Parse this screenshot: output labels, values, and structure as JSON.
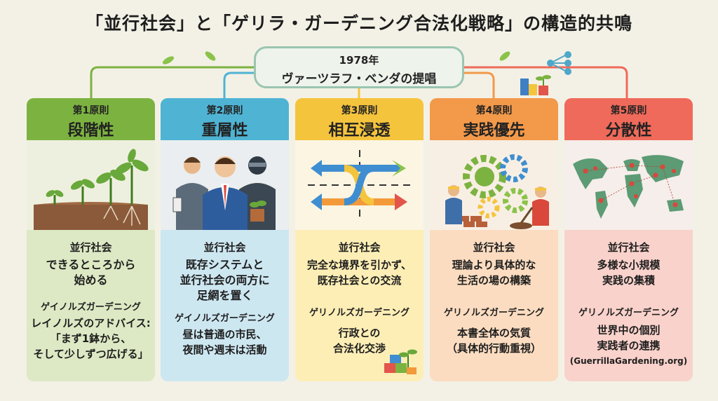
{
  "title": "「並行社会」と「ゲリラ・ガーデニング合法化戦略」の構造的共鳴",
  "proposer": {
    "year": "1978年",
    "name": "ヴァーツラフ・ベンダの提唱"
  },
  "principles": [
    {
      "label": "第1原則",
      "name": "段階性",
      "color": "#7cb340",
      "icon": "seedlings-growing-icon",
      "p1": "並行社会",
      "t1": [
        "できるところから",
        "始める"
      ],
      "p2": "ゲイノルズガーデニング",
      "t2": [
        "レイノルズのアドバイス:",
        "「まず1鉢から、",
        "そして少しずつ広げる」"
      ]
    },
    {
      "label": "第2原則",
      "name": "重層性",
      "color": "#4fb3d4",
      "icon": "citizens-and-masked-gardener-icon",
      "p1": "並行社会",
      "t1": [
        "既存システムと",
        "並行社会の両方に",
        "足網を置く"
      ],
      "p2": "ゲイノルズガーデニング",
      "t2": [
        "昼は普通の市民、",
        "夜間や週末は活動"
      ]
    },
    {
      "label": "第3原則",
      "name": "相互浸透",
      "color": "#f5c43d",
      "icon": "interweaving-arrows-icon",
      "p1": "並行社会",
      "t1": [
        "完全な境界を引かず、",
        "既存社会との交流"
      ],
      "p2": "ゲリノルズガーデニング",
      "t2": [
        "行政との",
        "合法化交渉"
      ]
    },
    {
      "label": "第4原則",
      "name": "実践優先",
      "color": "#f2994a",
      "icon": "gears-and-workers-icon",
      "p1": "並行社会",
      "t1": [
        "理論より具体的な",
        "生活の場の構築"
      ],
      "p2": "ゲリノルズガーデニング",
      "t2": [
        "本書全体の気質",
        "（具体的行動重視）"
      ]
    },
    {
      "label": "第5原則",
      "name": "分散性",
      "color": "#ef6a5a",
      "icon": "world-map-network-icon",
      "p1": "並行社会",
      "t1": [
        "多様な小規模",
        "実践の集積"
      ],
      "p2": "ゲリノルズガーデニング",
      "t2": [
        "世界中の個別",
        "実践者の連携"
      ],
      "t3": "(GuerrillaGardening.org)"
    }
  ]
}
